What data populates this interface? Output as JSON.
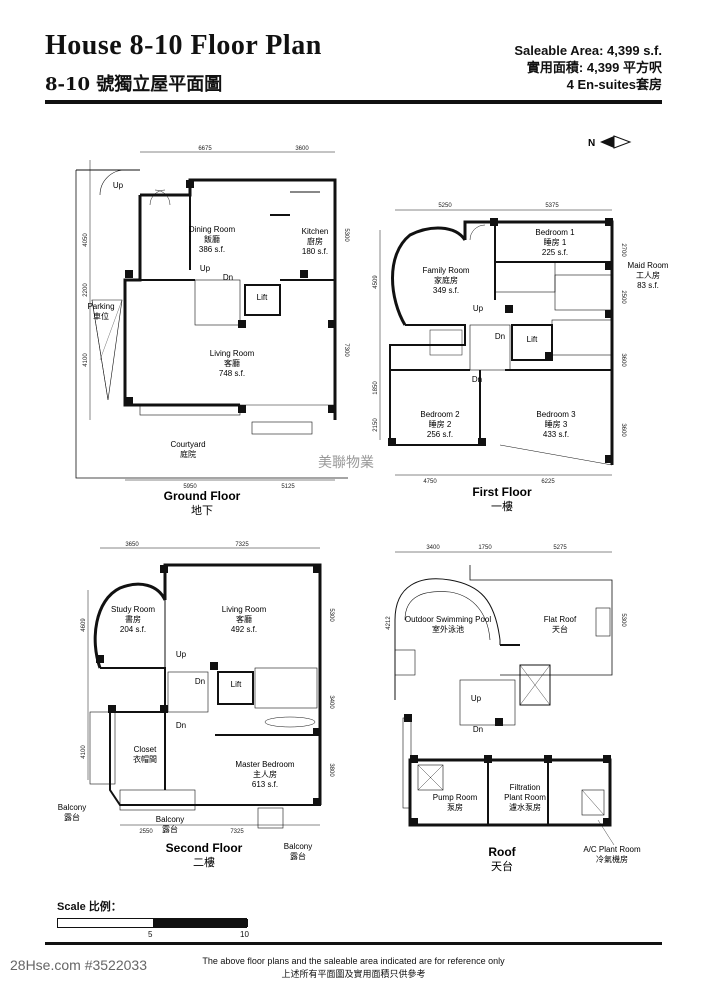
{
  "header": {
    "title": "House 8-10 Floor Plan",
    "subtitle": "8-10 號獨立屋平面圖",
    "area_en": "Saleable Area: 4,399 s.f.",
    "area_cn": "實用面積: 4,399 平方呎",
    "suites": "4 En-suites套房"
  },
  "compass": "N",
  "floors": {
    "ground": {
      "name": "Ground Floor",
      "name_cn": "地下"
    },
    "first": {
      "name": "First Floor",
      "name_cn": "一樓"
    },
    "second": {
      "name": "Second Floor",
      "name_cn": "二樓"
    },
    "roof": {
      "name": "Roof",
      "name_cn": "天台"
    }
  },
  "rooms": {
    "g_dining": {
      "en": "Dining Room",
      "cn": "飯廳",
      "area": "386 s.f."
    },
    "g_kitchen": {
      "en": "Kitchen",
      "cn": "廚房",
      "area": "180 s.f."
    },
    "g_living": {
      "en": "Living Room",
      "cn": "客廳",
      "area": "748 s.f."
    },
    "g_parking": {
      "en": "Parking",
      "cn": "車位"
    },
    "g_courtyard": {
      "en": "Courtyard",
      "cn": "庭院"
    },
    "f_family": {
      "en": "Family Room",
      "cn": "家庭房",
      "area": "349 s.f."
    },
    "f_bed1": {
      "en": "Bedroom 1",
      "cn": "睡房 1",
      "area": "225 s.f."
    },
    "f_maid": {
      "en": "Maid Room",
      "cn": "工人房",
      "area": "83 s.f."
    },
    "f_bed2": {
      "en": "Bedroom 2",
      "cn": "睡房 2",
      "area": "256 s.f."
    },
    "f_bed3": {
      "en": "Bedroom 3",
      "cn": "睡房 3",
      "area": "433 s.f."
    },
    "s_study": {
      "en": "Study Room",
      "cn": "書房",
      "area": "204 s.f."
    },
    "s_living": {
      "en": "Living Room",
      "cn": "客廳",
      "area": "492 s.f."
    },
    "s_closet": {
      "en": "Closet",
      "cn": "衣帽間"
    },
    "s_master": {
      "en": "Master Bedroom",
      "cn": "主人房",
      "area": "613 s.f."
    },
    "s_balcony1": {
      "en": "Balcony",
      "cn": "露台"
    },
    "s_balcony2": {
      "en": "Balcony",
      "cn": "露台"
    },
    "s_balcony3": {
      "en": "Balcony",
      "cn": "露台"
    },
    "r_pool": {
      "en": "Outdoor Swimming Pool",
      "cn": "室外泳池"
    },
    "r_flatroof": {
      "en": "Flat Roof",
      "cn": "天台"
    },
    "r_pump": {
      "en": "Pump Room",
      "cn": "泵房"
    },
    "r_filtration_en1": "Filtration",
    "r_filtration_en2": "Plant Room",
    "r_filtration_cn": "濾水泵房",
    "r_ac": {
      "en": "A/C Plant Room",
      "cn": "冷氣機房"
    }
  },
  "labels": {
    "up": "Up",
    "dn": "Dn",
    "lift": "Lift"
  },
  "dims": {
    "g_top1": "6675",
    "g_top2": "3600",
    "g_left1": "4050",
    "g_left2": "2200",
    "g_left3": "4100",
    "g_right1": "5300",
    "g_right2": "7300",
    "g_bot1": "5950",
    "g_bot2": "5125",
    "f_top1": "5250",
    "f_top2": "5375",
    "f_left1": "4509",
    "f_left2": "1850",
    "f_left3": "2150",
    "f_right1": "2700",
    "f_right2": "2500",
    "f_right3": "3600",
    "f_right4": "3600",
    "f_bot1": "4750",
    "f_bot2": "6225",
    "s_top1": "3650",
    "s_top2": "7325",
    "s_left1": "4609",
    "s_left2": "4100",
    "s_right1": "5300",
    "s_right2": "3400",
    "s_right3": "3800",
    "s_bot1": "2550",
    "s_bot2": "7325",
    "r_top1": "3400",
    "r_top2": "1750",
    "r_top3": "5275",
    "r_left1": "4212",
    "r_right1": "5300"
  },
  "scale": {
    "label": "Scale 比例：",
    "tick_mid": "5",
    "tick_end": "10"
  },
  "footer": {
    "line1": "The above floor plans and the saleable area indicated are for reference only",
    "line2": "上述所有平面圖及實用面積只供參考"
  },
  "listing": "28Hse.com #3522033",
  "watermark": "美聯物業"
}
